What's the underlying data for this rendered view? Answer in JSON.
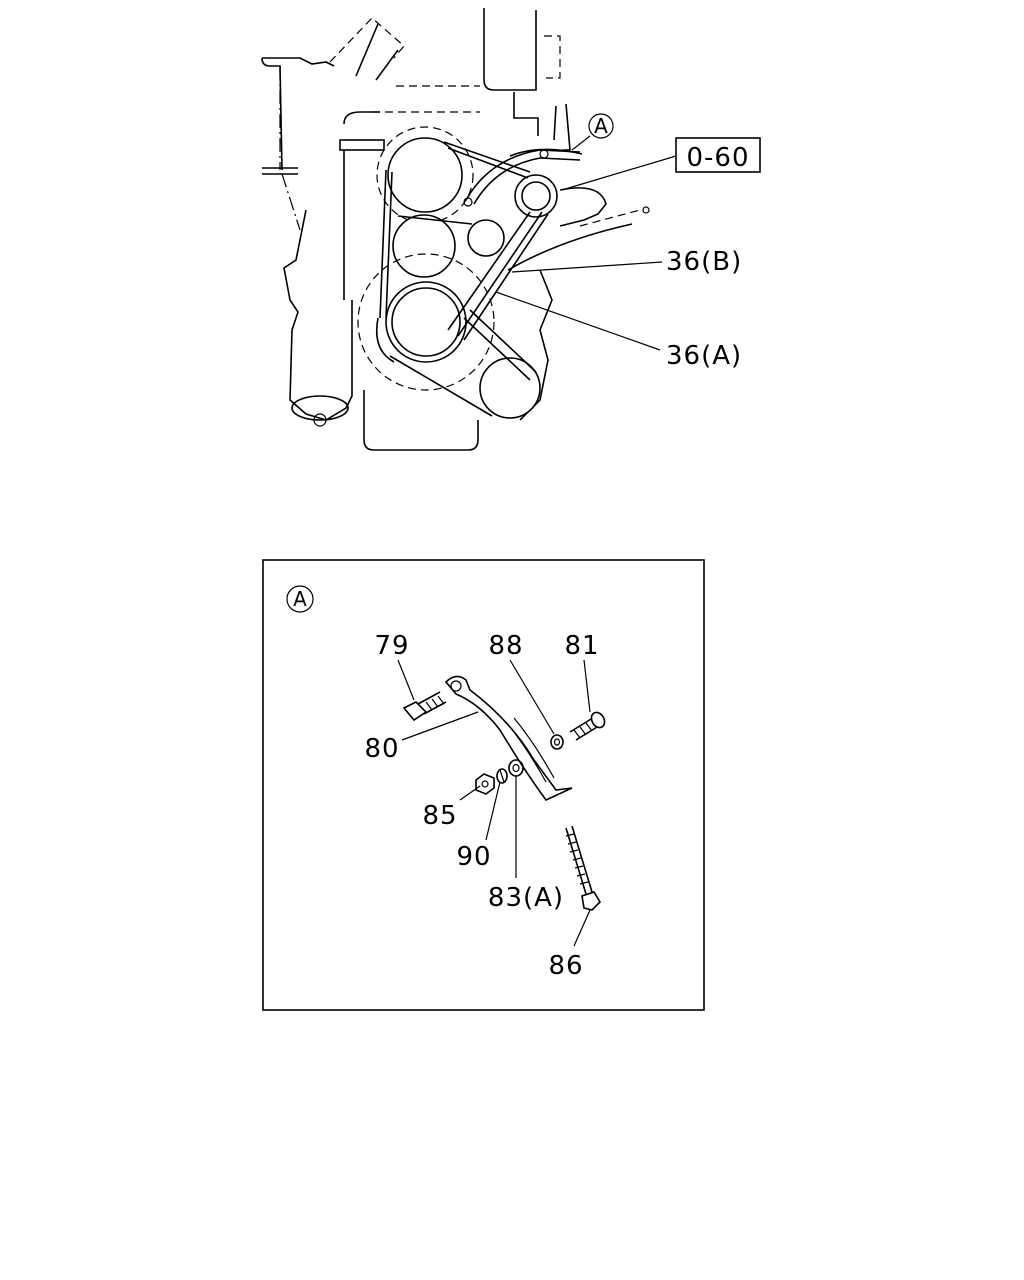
{
  "diagram": {
    "overview": {
      "callouts": [
        {
          "id": "ref-0-60",
          "text": "0-60"
        },
        {
          "id": "belt-b",
          "text": "36(B)"
        },
        {
          "id": "belt-a",
          "text": "36(A)"
        }
      ],
      "detail_marker": "A"
    },
    "detail": {
      "marker": "A",
      "callouts": [
        {
          "id": "p79",
          "text": "79"
        },
        {
          "id": "p88",
          "text": "88"
        },
        {
          "id": "p81",
          "text": "81"
        },
        {
          "id": "p80",
          "text": "80"
        },
        {
          "id": "p85",
          "text": "85"
        },
        {
          "id": "p90",
          "text": "90"
        },
        {
          "id": "p83a",
          "text": "83(A)"
        },
        {
          "id": "p86",
          "text": "86"
        }
      ]
    }
  }
}
